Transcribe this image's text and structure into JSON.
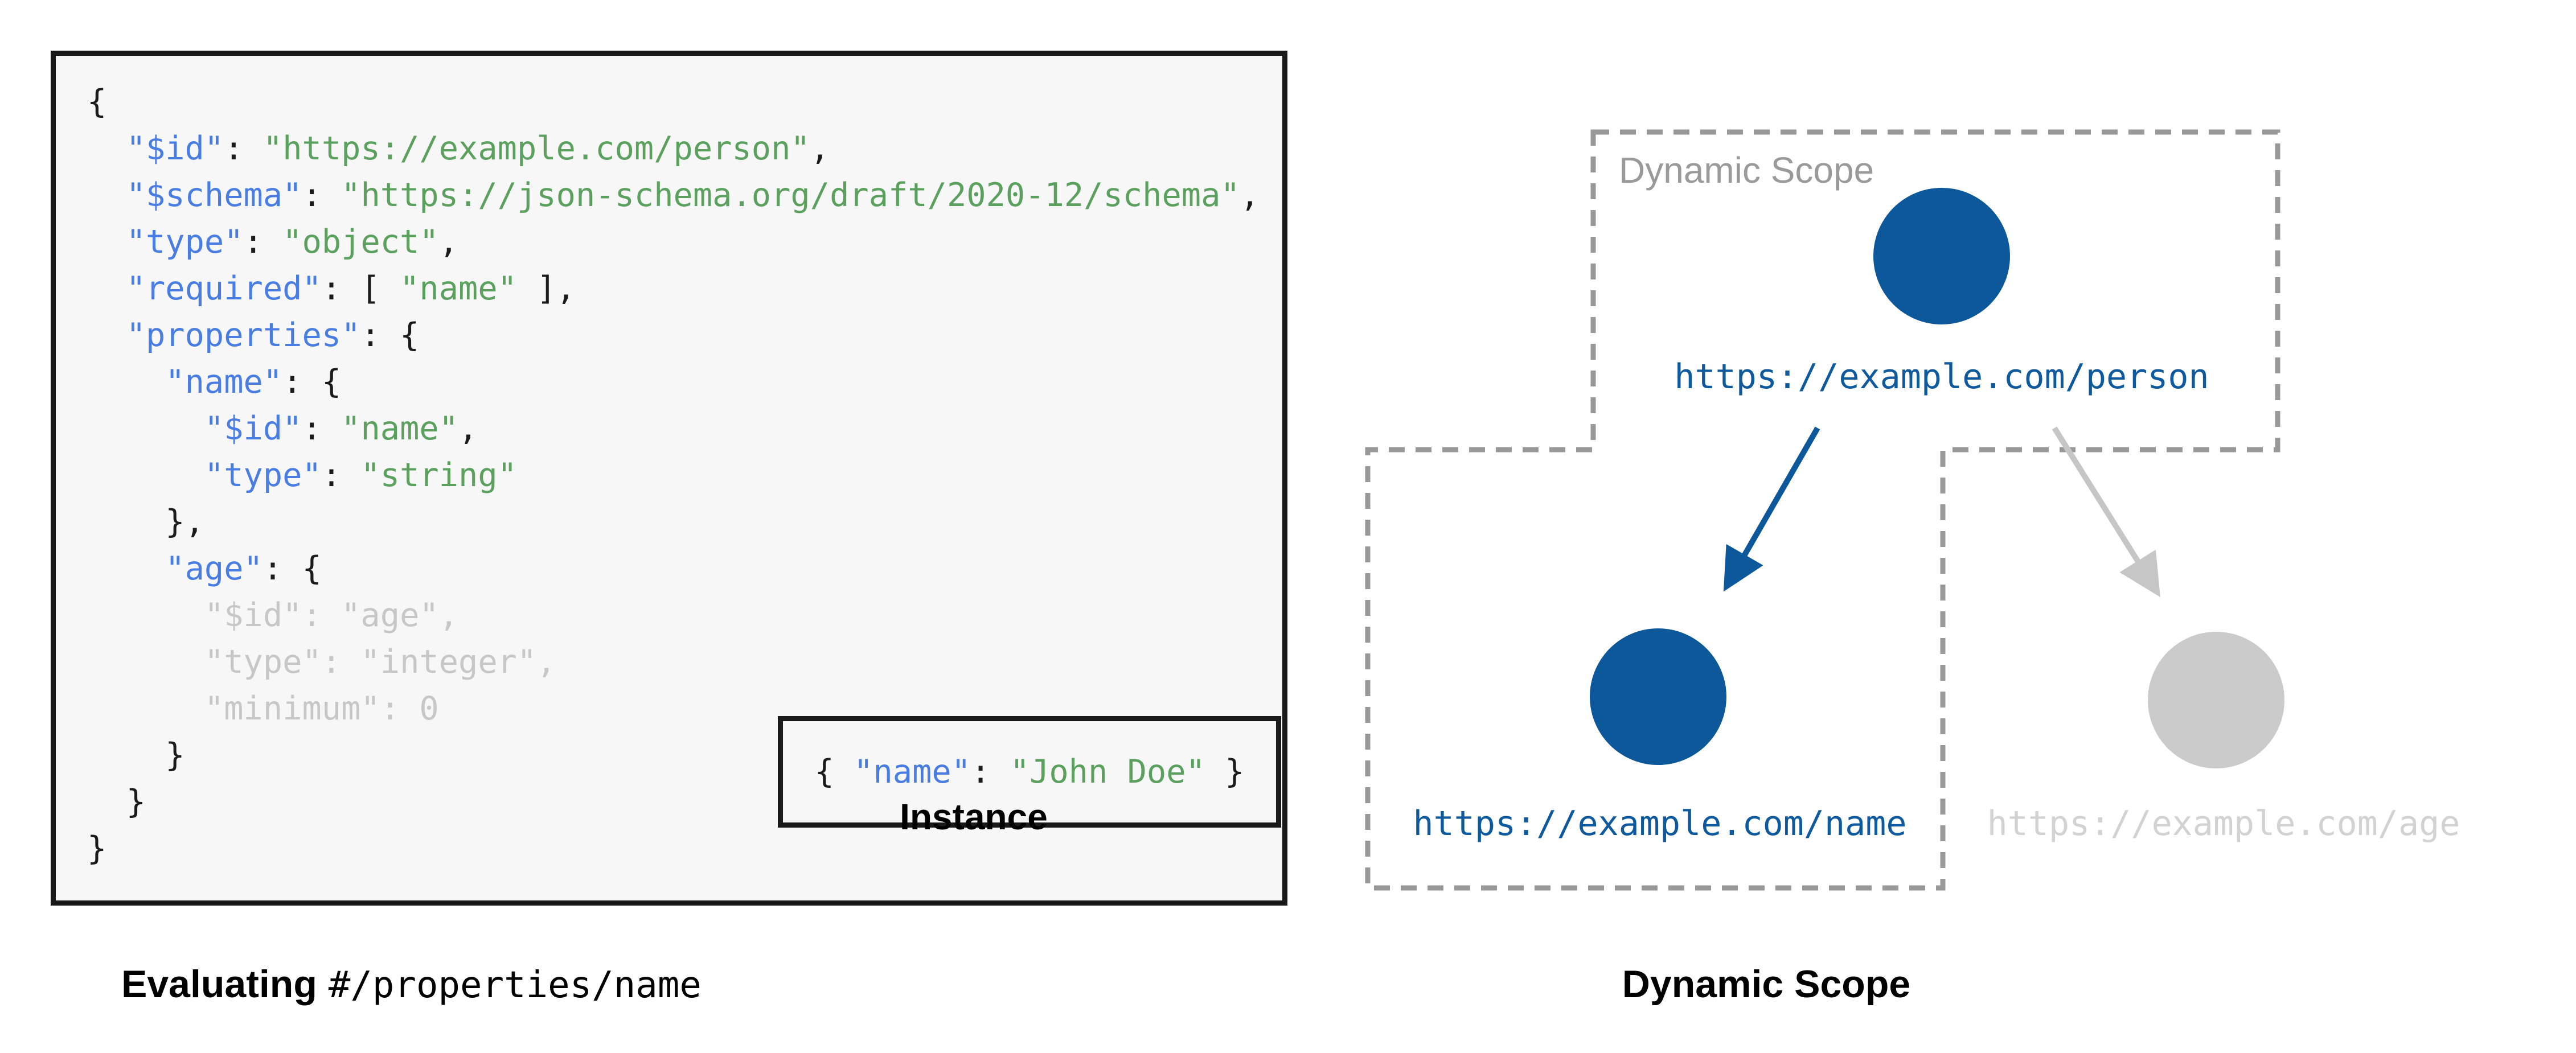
{
  "colors": {
    "page_bg": "#ffffff",
    "panel_bg": "#f7f7f7",
    "panel_border": "#1a1a1a",
    "code_key": "#4a7de4",
    "code_string": "#5ba05e",
    "code_punct": "#1b1b1b",
    "code_muted": "#c7c7c7",
    "node_blue": "#0d579b",
    "node_gray": "#cbcbcb",
    "label_blue": "#0f5a9e",
    "label_gray": "#d2d2d2",
    "arrow_blue": "#0d579b",
    "arrow_gray": "#c6c6c6",
    "dash_gray": "#999999",
    "scope_label_gray": "#9a9a9a",
    "caption_black": "#000000"
  },
  "schema_panel": {
    "code_lines": [
      [
        {
          "c": "p",
          "t": "{"
        }
      ],
      [
        {
          "c": "p",
          "t": "  "
        },
        {
          "c": "k",
          "t": "\"$id\""
        },
        {
          "c": "p",
          "t": ": "
        },
        {
          "c": "s",
          "t": "\"https://example.com/person\""
        },
        {
          "c": "p",
          "t": ","
        }
      ],
      [
        {
          "c": "p",
          "t": "  "
        },
        {
          "c": "k",
          "t": "\"$schema\""
        },
        {
          "c": "p",
          "t": ": "
        },
        {
          "c": "s",
          "t": "\"https://json-schema.org/draft/2020-12/schema\""
        },
        {
          "c": "p",
          "t": ","
        }
      ],
      [
        {
          "c": "p",
          "t": "  "
        },
        {
          "c": "k",
          "t": "\"type\""
        },
        {
          "c": "p",
          "t": ": "
        },
        {
          "c": "s",
          "t": "\"object\""
        },
        {
          "c": "p",
          "t": ","
        }
      ],
      [
        {
          "c": "p",
          "t": "  "
        },
        {
          "c": "k",
          "t": "\"required\""
        },
        {
          "c": "p",
          "t": ": [ "
        },
        {
          "c": "s",
          "t": "\"name\""
        },
        {
          "c": "p",
          "t": " ],"
        }
      ],
      [
        {
          "c": "p",
          "t": "  "
        },
        {
          "c": "k",
          "t": "\"properties\""
        },
        {
          "c": "p",
          "t": ": {"
        }
      ],
      [
        {
          "c": "p",
          "t": "    "
        },
        {
          "c": "k",
          "t": "\"name\""
        },
        {
          "c": "p",
          "t": ": {"
        }
      ],
      [
        {
          "c": "p",
          "t": "      "
        },
        {
          "c": "k",
          "t": "\"$id\""
        },
        {
          "c": "p",
          "t": ": "
        },
        {
          "c": "s",
          "t": "\"name\""
        },
        {
          "c": "p",
          "t": ","
        }
      ],
      [
        {
          "c": "p",
          "t": "      "
        },
        {
          "c": "k",
          "t": "\"type\""
        },
        {
          "c": "p",
          "t": ": "
        },
        {
          "c": "s",
          "t": "\"string\""
        }
      ],
      [
        {
          "c": "p",
          "t": "    },"
        }
      ],
      [
        {
          "c": "p",
          "t": "    "
        },
        {
          "c": "k",
          "t": "\"age\""
        },
        {
          "c": "p",
          "t": ": {"
        }
      ],
      [
        {
          "c": "m",
          "t": "      \"$id\": \"age\","
        }
      ],
      [
        {
          "c": "m",
          "t": "      \"type\": \"integer\","
        }
      ],
      [
        {
          "c": "m",
          "t": "      \"minimum\": 0"
        }
      ],
      [
        {
          "c": "p",
          "t": "    }"
        }
      ],
      [
        {
          "c": "p",
          "t": "  }"
        }
      ],
      [
        {
          "c": "p",
          "t": "}"
        }
      ]
    ],
    "instance": {
      "segments": [
        {
          "c": "p",
          "t": "{ "
        },
        {
          "c": "k",
          "t": "\"name\""
        },
        {
          "c": "p",
          "t": ": "
        },
        {
          "c": "s",
          "t": "\"John Doe\""
        },
        {
          "c": "p",
          "t": " }"
        }
      ],
      "label": "Instance"
    },
    "caption": {
      "bold": "Evaluating",
      "mono": "#/properties/name"
    }
  },
  "diagram": {
    "scope_label": "Dynamic Scope",
    "caption": "Dynamic Scope",
    "nodes": [
      {
        "id": "person",
        "label": "https://example.com/person",
        "state": "in-scope"
      },
      {
        "id": "name",
        "label": "https://example.com/name",
        "state": "in-scope"
      },
      {
        "id": "age",
        "label": "https://example.com/age",
        "state": "out-of-scope"
      }
    ]
  }
}
